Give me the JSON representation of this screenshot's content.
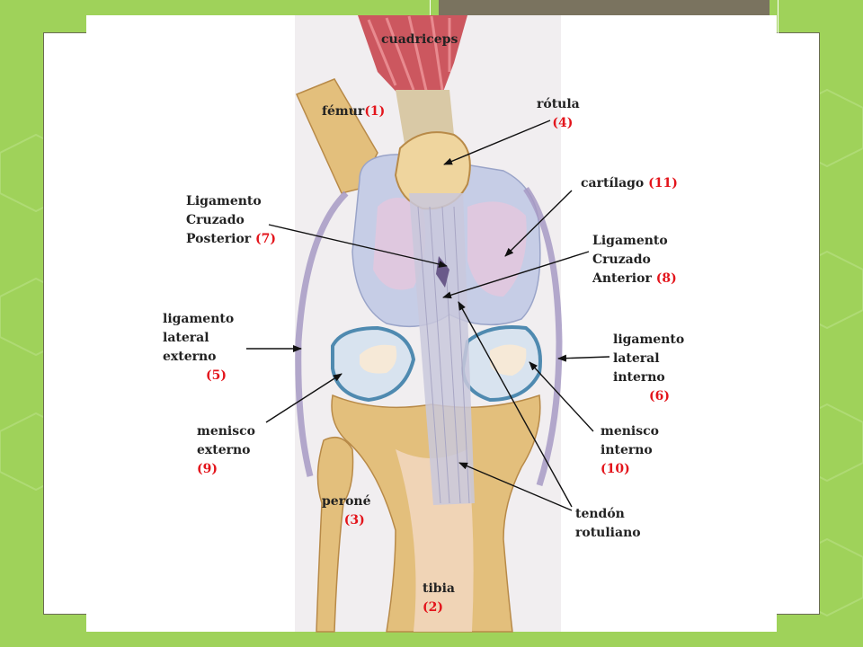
{
  "colors": {
    "background": "#9fd25a",
    "label_text": "#222222",
    "label_number": "#e3141b",
    "bone": "#e3bf7c",
    "muscle": "#c8464f",
    "cartilage": "#c6cde6",
    "meniscus": "#4f8ab0",
    "ligament": "#a79ac4"
  },
  "labels": {
    "cuadriceps": {
      "name": "cuadriceps",
      "num": ""
    },
    "femur": {
      "name": "fémur",
      "num": "(1)"
    },
    "rotula": {
      "name": "rótula",
      "num": "(4)"
    },
    "cartilago": {
      "name": "cartílago ",
      "num": "(11)"
    },
    "lcp": {
      "name": "Ligamento\nCruzado\nPosterior ",
      "num": "(7)"
    },
    "lca": {
      "name": "Ligamento\nCruzado\nAnterior ",
      "num": "(8)"
    },
    "lat_externo": {
      "name": "ligamento\nlateral\nexterno",
      "num": "(5)"
    },
    "lat_interno": {
      "name": "ligamento\nlateral\ninterno",
      "num": "(6)"
    },
    "men_externo": {
      "name": "menisco\nexterno",
      "num": "(9)"
    },
    "men_interno": {
      "name": "menisco\ninterno",
      "num": "(10)"
    },
    "perone": {
      "name": "peroné",
      "num": "(3)"
    },
    "tibia": {
      "name": "tibia",
      "num": "(2)"
    },
    "tendon": {
      "name": "tendón\nrotuliano",
      "num": ""
    }
  }
}
